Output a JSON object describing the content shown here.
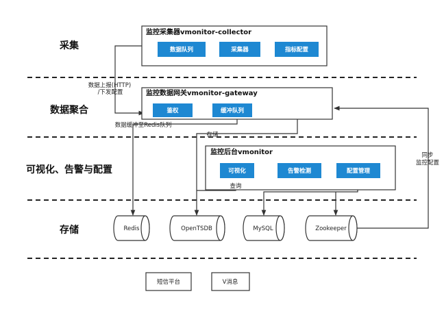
{
  "layers": {
    "collect": "采集",
    "aggregate": "数据聚合",
    "visual": "可视化、告警与配置",
    "storage": "存储"
  },
  "collector": {
    "title": "监控采集器vmonitor-collector",
    "queue": "数据队列",
    "collector": "采集器",
    "metric_config": "指标配置"
  },
  "gateway": {
    "title": "监控数据网关vmonitor-gateway",
    "auth": "鉴权",
    "buffer_queue": "缓冲队列"
  },
  "backend": {
    "title": "监控后台vmonitor",
    "visualize": "可视化",
    "alert_detect": "告警检测",
    "config_manage": "配置管理"
  },
  "labels": {
    "report_line1": "数据上报(HTTP)",
    "report_line2": "/下发配置",
    "buffer_redis": "数据缓冲至Redis队列",
    "store": "存储",
    "query": "查询",
    "sync_line1": "同步",
    "sync_line2": "监控配置"
  },
  "storage": {
    "redis": "Redis",
    "opentsdb": "OpenTSDB",
    "mysql": "MySQL",
    "zookeeper": "Zookeeper"
  },
  "notify": {
    "sms": "短信平台",
    "vmsg": "V消息"
  }
}
